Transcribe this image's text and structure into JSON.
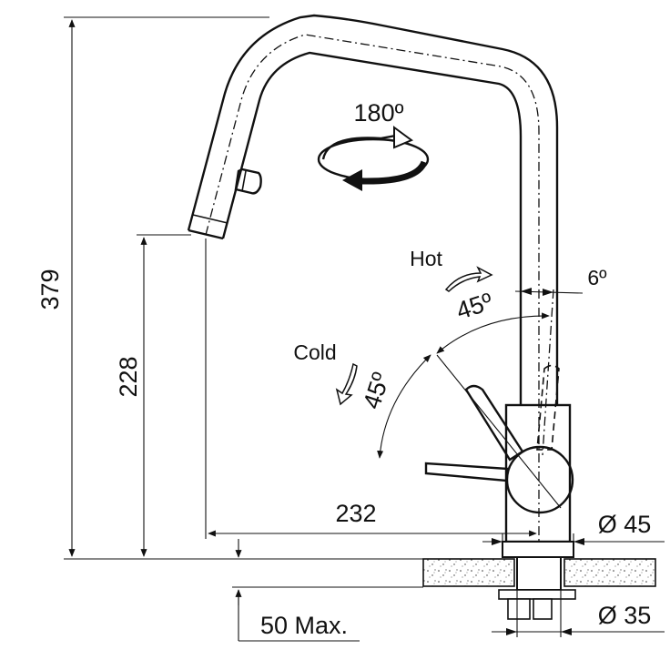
{
  "dimensions": {
    "total_height": "379",
    "spout_height": "228",
    "spout_reach": "232",
    "base_diameter": "Ø 45",
    "shank_diameter": "Ø 35",
    "max_thickness": "50 Max."
  },
  "annotations": {
    "rotation": "180º",
    "hot_label": "Hot",
    "cold_label": "Cold",
    "hot_angle": "45º",
    "cold_angle": "45º",
    "tilt_angle": "6º"
  },
  "colors": {
    "line": "#111111",
    "background": "#ffffff",
    "counter_fill": "#e6e6e6"
  }
}
